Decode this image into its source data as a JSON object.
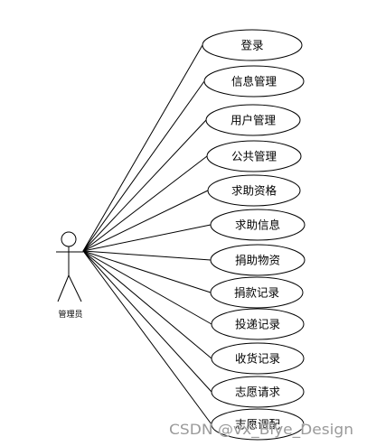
{
  "diagram": {
    "actor": {
      "label": "管理员"
    },
    "use_cases": [
      {
        "label": "登录"
      },
      {
        "label": "信息管理"
      },
      {
        "label": "用户管理"
      },
      {
        "label": "公共管理"
      },
      {
        "label": "求助资格"
      },
      {
        "label": "求助信息"
      },
      {
        "label": "捐助物资"
      },
      {
        "label": "捐款记录"
      },
      {
        "label": "投递记录"
      },
      {
        "label": "收货记录"
      },
      {
        "label": "志愿请求"
      },
      {
        "label": "志愿调配"
      }
    ],
    "colors": {
      "stroke": "#000000",
      "background": "#ffffff",
      "watermark": "#9a9a9a"
    }
  },
  "watermark": "CSDN @vx_Biye_Design"
}
